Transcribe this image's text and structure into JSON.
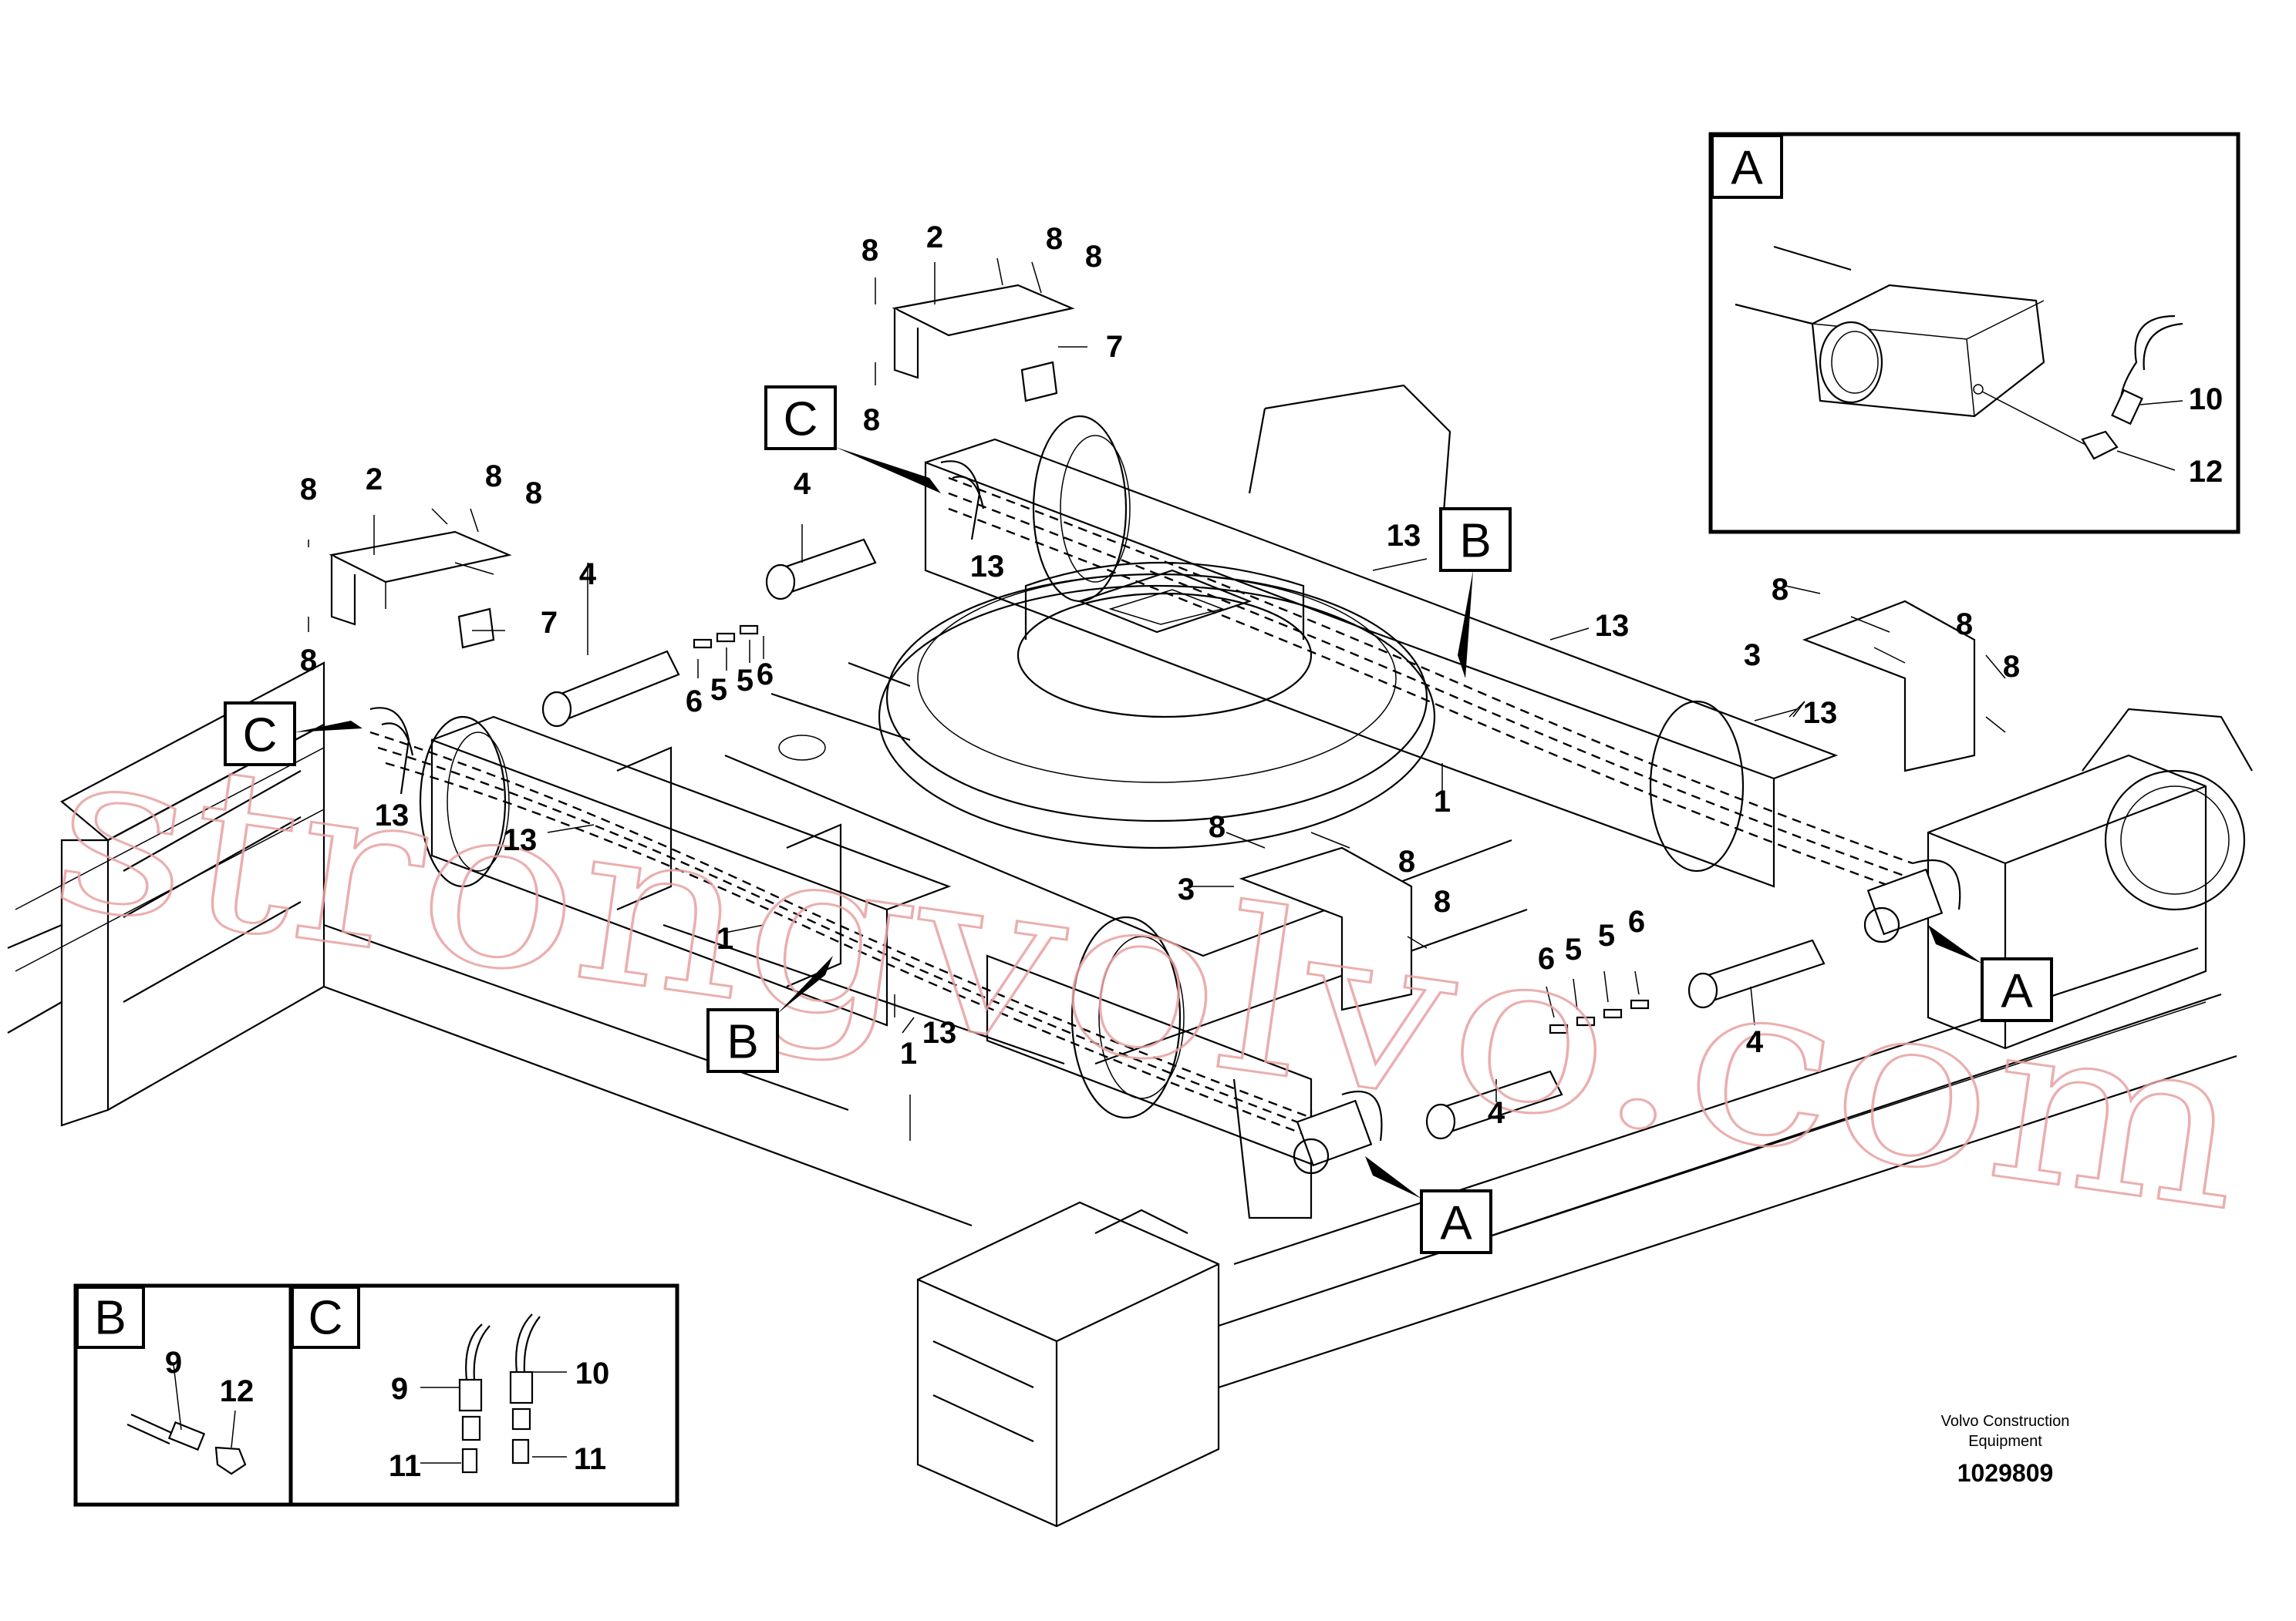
{
  "watermark": "strongvolvo.com",
  "footer": {
    "company_line1": "Volvo Construction",
    "company_line2": "Equipment",
    "drawing_number": "1029809"
  },
  "callouts": {
    "A": "A",
    "B": "B",
    "C": "C"
  },
  "part_labels": [
    "1",
    "2",
    "3",
    "4",
    "5",
    "6",
    "7",
    "8",
    "9",
    "10",
    "11",
    "12",
    "13"
  ]
}
